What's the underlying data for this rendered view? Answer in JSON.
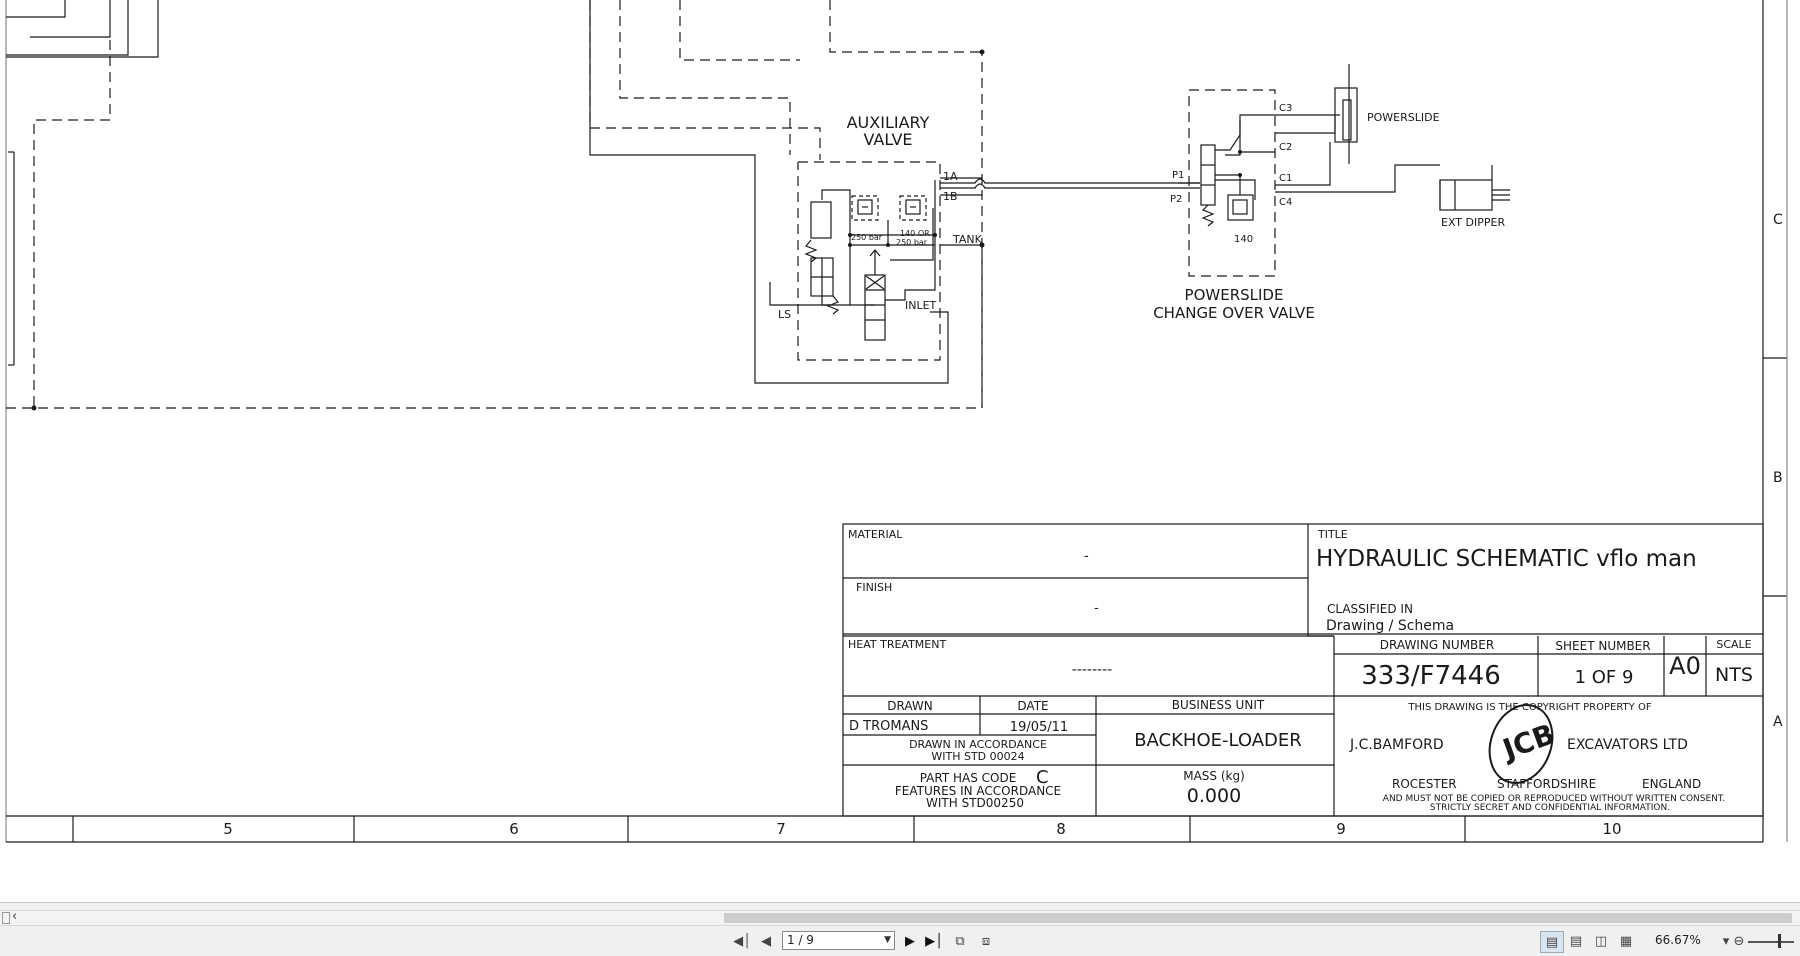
{
  "schematic": {
    "labels": {
      "auxiliary_valve_line1": "AUXILIARY",
      "auxiliary_valve_line2": "VALVE",
      "port_1a": "1A",
      "port_1b": "1B",
      "tank": "TANK",
      "inlet": "INLET",
      "ls": "LS",
      "relief_250": "250 bar",
      "relief_140_or": "140 OR",
      "relief_250b": "250 bar",
      "p1": "P1",
      "p2": "P2",
      "c1": "C1",
      "c2": "C2",
      "c3": "C3",
      "c4": "C4",
      "relief_140": "140",
      "powerslide": "POWERSLIDE",
      "ext_dipper": "EXT DIPPER",
      "change_over_line1": "POWERSLIDE",
      "change_over_line2": "CHANGE OVER VALVE"
    },
    "zones_right": [
      "C",
      "B",
      "A"
    ],
    "zones_bottom": [
      "5",
      "6",
      "7",
      "8",
      "9",
      "10"
    ]
  },
  "title_block": {
    "material_label": "MATERIAL",
    "material_value": "-",
    "finish_label": "FINISH",
    "finish_value": "-",
    "heat_treatment_label": "HEAT TREATMENT",
    "heat_treatment_value": "--------",
    "drawn_label": "DRAWN",
    "drawn_value": "D TROMANS",
    "date_label": "DATE",
    "date_value": "19/05/11",
    "accordance_line1": "DRAWN IN ACCORDANCE",
    "accordance_line2": "WITH STD 00024",
    "part_code_line1": "PART HAS CODE",
    "part_code_letter": "C",
    "part_code_line2": "FEATURES IN ACCORDANCE",
    "part_code_line3": "WITH STD00250",
    "business_unit_label": "BUSINESS UNIT",
    "business_unit_value": "BACKHOE-LOADER",
    "mass_label": "MASS (kg)",
    "mass_value": "0.000",
    "title_label": "TITLE",
    "title_value": "HYDRAULIC SCHEMATIC vflo man",
    "classified_label": "CLASSIFIED IN",
    "classified_value": "Drawing / Schema",
    "drawing_number_label": "DRAWING NUMBER",
    "drawing_number_value": "333/F7446",
    "sheet_number_label": "SHEET NUMBER",
    "sheet_number_value": "1 OF 9",
    "size_value": "A0",
    "scale_label": "SCALE",
    "scale_value": "NTS",
    "copyright_line": "THIS DRAWING IS THE COPYRIGHT PROPERTY OF",
    "company_left": "J.C.BAMFORD",
    "company_right": "EXCAVATORS LTD",
    "logo_text": "JCB",
    "location_1": "ROCESTER",
    "location_2": "STAFFORDSHIRE",
    "location_3": "ENGLAND",
    "notice_line1": "AND MUST NOT BE COPIED OR REPRODUCED WITHOUT WRITTEN CONSENT.",
    "notice_line2": "STRICTLY SECRET AND CONFIDENTIAL INFORMATION."
  },
  "viewer": {
    "page_indicator": "1 / 9",
    "zoom_level": "66.67%"
  }
}
